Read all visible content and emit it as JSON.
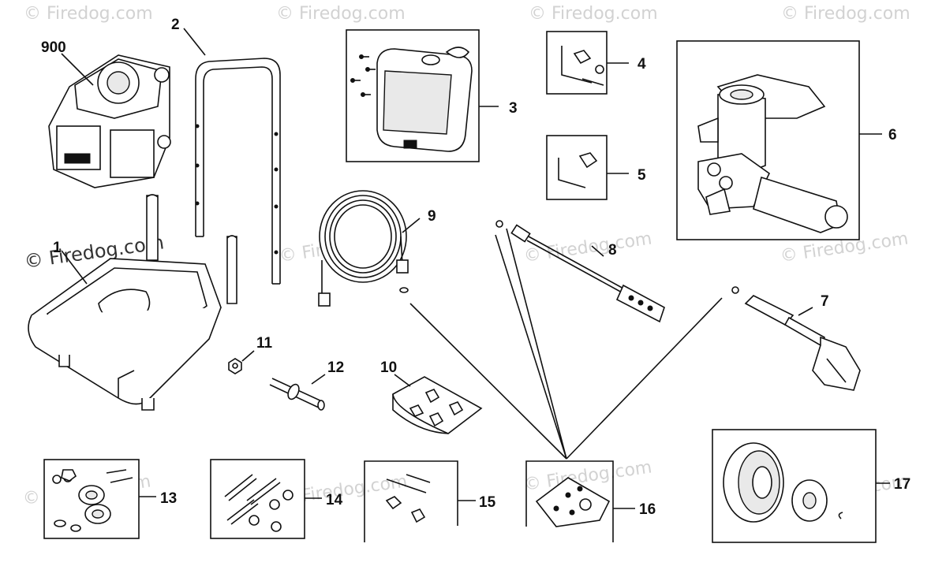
{
  "watermark": {
    "text": "© Firedog.com"
  },
  "callouts": {
    "p900": "900",
    "p2": "2",
    "p3": "3",
    "p4": "4",
    "p5": "5",
    "p6": "6",
    "p7": "7",
    "p8": "8",
    "p9": "9",
    "p10": "10",
    "p11": "11",
    "p12": "12",
    "p13": "13",
    "p14": "14",
    "p15": "15",
    "p16": "16",
    "p17": "17",
    "p1": "1"
  }
}
